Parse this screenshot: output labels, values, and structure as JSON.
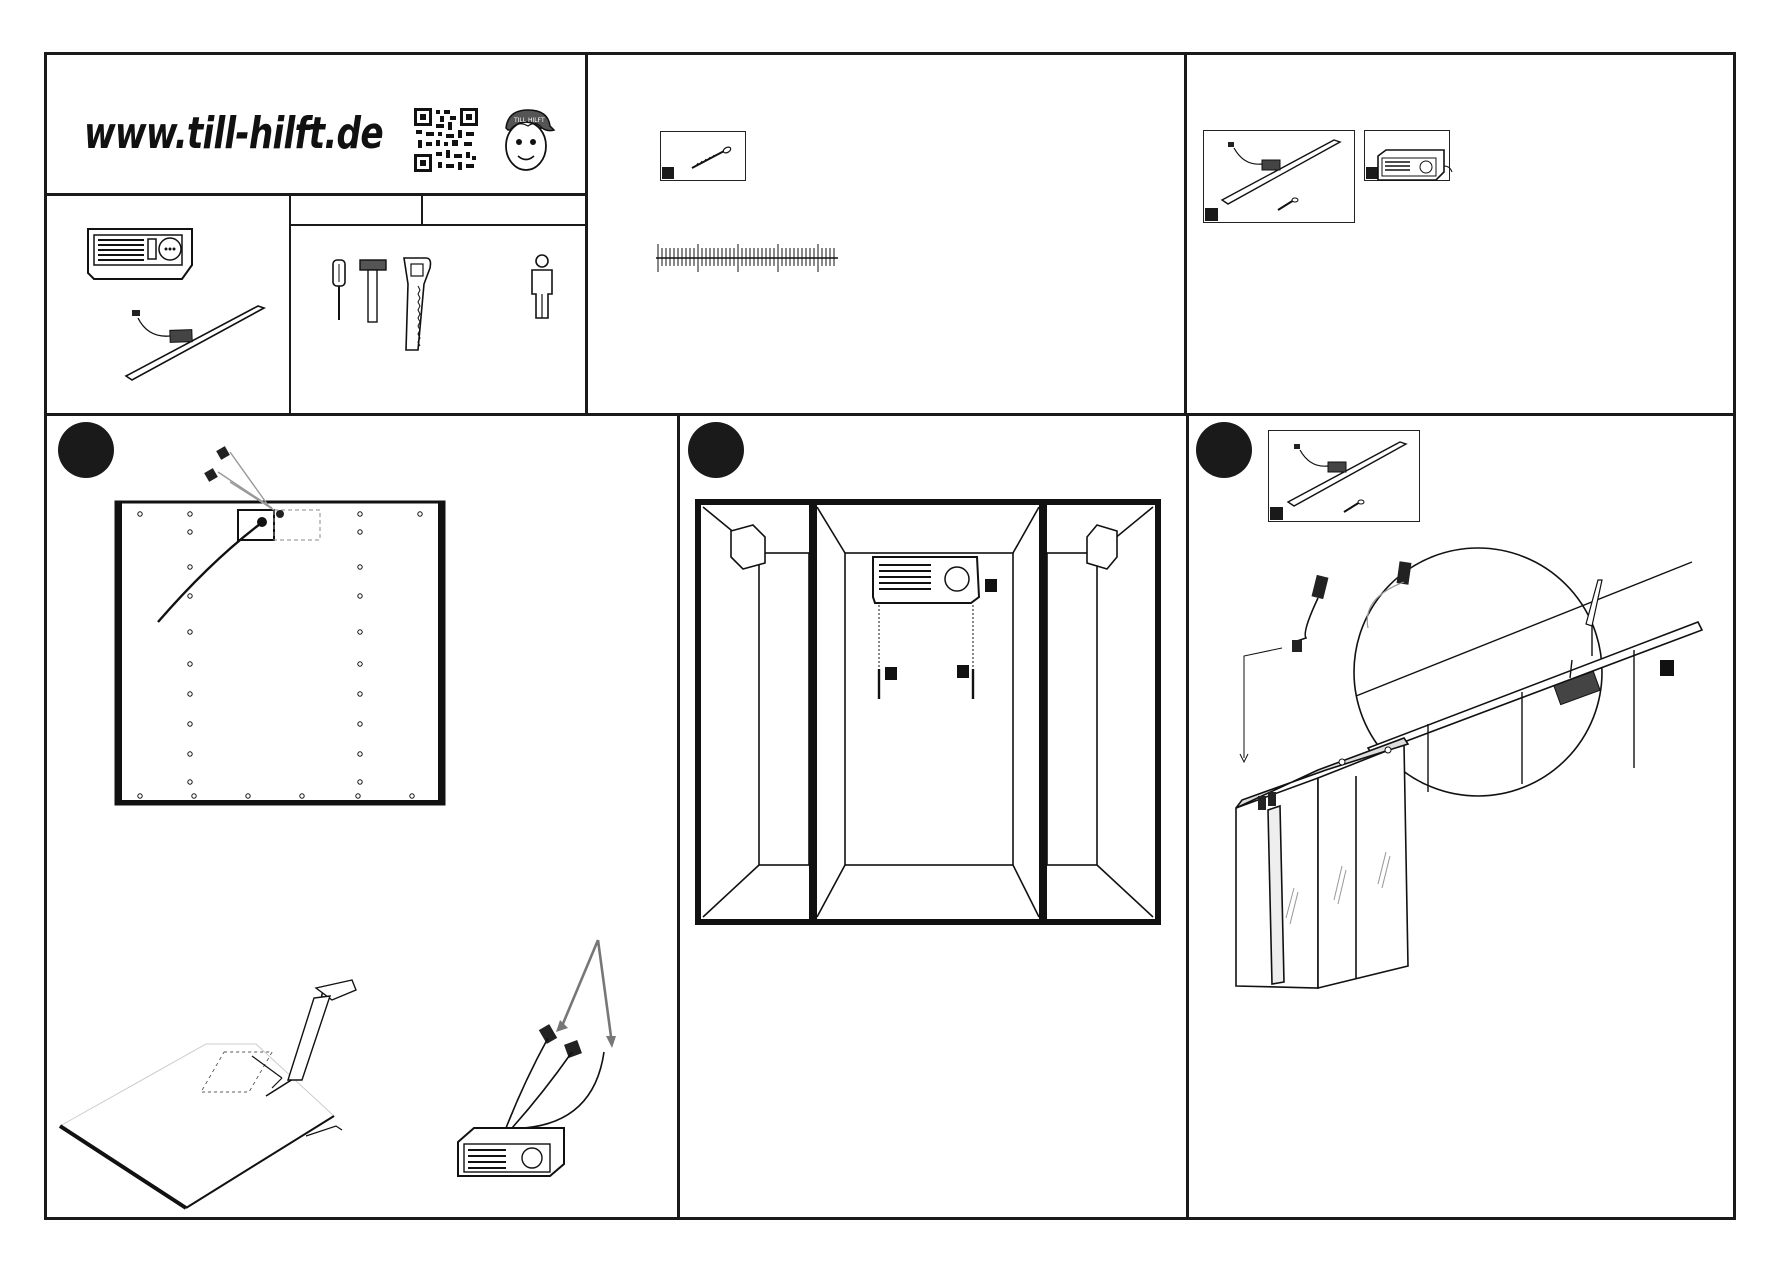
{
  "header": {
    "website": "www.till-hilft.de",
    "logo_icon": "qr-code-icon",
    "mascot_icon": "boy-mascot-icon",
    "mascot_cap_text": "TILL HILFT"
  },
  "parts_panel": {
    "items": [
      "power-socket-box-icon",
      "led-light-bar-icon"
    ]
  },
  "tools_panel": {
    "header_cells": [
      "",
      ""
    ],
    "tools": [
      "screwdriver-icon",
      "hammer-icon",
      "saw-icon"
    ],
    "persons": [
      "person-icon"
    ]
  },
  "hardware_panel": {
    "items": [
      "screw-icon",
      "ruler-icon"
    ]
  },
  "contents_panel": {
    "items": [
      "led-light-bar-with-screw-icon",
      "power-socket-box-icon"
    ]
  },
  "steps": [
    {
      "label": "",
      "icon": "step-1-badge"
    },
    {
      "label": "",
      "icon": "step-2-badge"
    },
    {
      "label": "",
      "icon": "step-3-badge"
    }
  ],
  "colors": {
    "ink": "#1a1a1a",
    "paper": "#ffffff",
    "arrow": "#777777"
  }
}
